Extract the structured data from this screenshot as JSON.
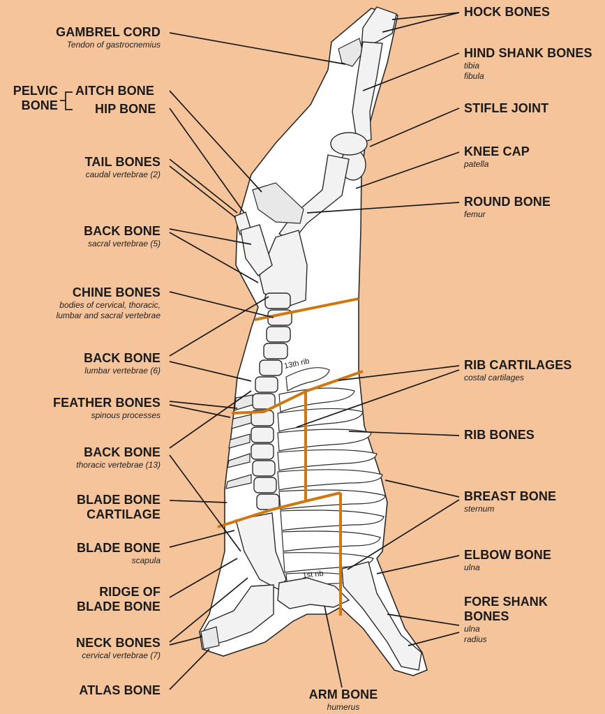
{
  "labels": {
    "hock_bones": {
      "title": "HOCK BONES"
    },
    "gambrel_cord": {
      "title": "GAMBREL CORD",
      "sub": "Tendon of gastrocnemius"
    },
    "hind_shank_bones": {
      "title": "HIND SHANK BONES",
      "sub1": "tibia",
      "sub2": "fibula"
    },
    "pelvic_bone": {
      "line1": "PELVIC",
      "line2": "BONE"
    },
    "aitch_bone": {
      "title": "AITCH BONE"
    },
    "hip_bone": {
      "title": "HIP BONE"
    },
    "stifle_joint": {
      "title": "STIFLE JOINT"
    },
    "tail_bones": {
      "title": "TAIL BONES",
      "sub": "caudal vertebrae (2)"
    },
    "knee_cap": {
      "title": "KNEE CAP",
      "sub": "patella"
    },
    "round_bone": {
      "title": "ROUND BONE",
      "sub": "femur"
    },
    "back_bone_sacral": {
      "title": "BACK BONE",
      "sub": "sacral vertebrae (5)"
    },
    "chine_bones": {
      "title": "CHINE BONES",
      "sub1": "bodies of cervical, thoracic,",
      "sub2": "lumbar and sacral vertebrae"
    },
    "back_bone_lumbar": {
      "title": "BACK BONE",
      "sub": "lumbar vertebrae (6)"
    },
    "rib_cartilages": {
      "title": "RIB CARTILAGES",
      "sub": "costal cartilages"
    },
    "feather_bones": {
      "title": "FEATHER BONES",
      "sub": "spinous processes"
    },
    "rib_bones": {
      "title": "RIB BONES"
    },
    "back_bone_thoracic": {
      "title": "BACK BONE",
      "sub": "thoracic vertebrae (13)"
    },
    "blade_bone_cartilage": {
      "line1": "BLADE BONE",
      "line2": "CARTILAGE"
    },
    "breast_bone": {
      "title": "BREAST BONE",
      "sub": "sternum"
    },
    "blade_bone": {
      "title": "BLADE BONE",
      "sub": "scapula"
    },
    "elbow_bone": {
      "title": "ELBOW BONE",
      "sub": "ulna"
    },
    "ridge_of_blade_bone": {
      "line1": "RIDGE OF",
      "line2": "BLADE BONE"
    },
    "fore_shank_bones": {
      "line1": "FORE SHANK",
      "line2": "BONES",
      "sub1": "ulna",
      "sub2": "radius"
    },
    "neck_bones": {
      "title": "NECK BONES",
      "sub": "cervical vertebrae (7)"
    },
    "atlas_bone": {
      "title": "ATLAS BONE"
    },
    "arm_bone": {
      "title": "ARM BONE",
      "sub": "humerus"
    }
  },
  "rib_marks": {
    "thirteenth": "13th rib",
    "first": "1st rib"
  },
  "colors": {
    "background": "#F5C49A",
    "cut_lines": "#D07810",
    "carcass": "#FFFFFF",
    "ink": "#1a1a1a"
  }
}
